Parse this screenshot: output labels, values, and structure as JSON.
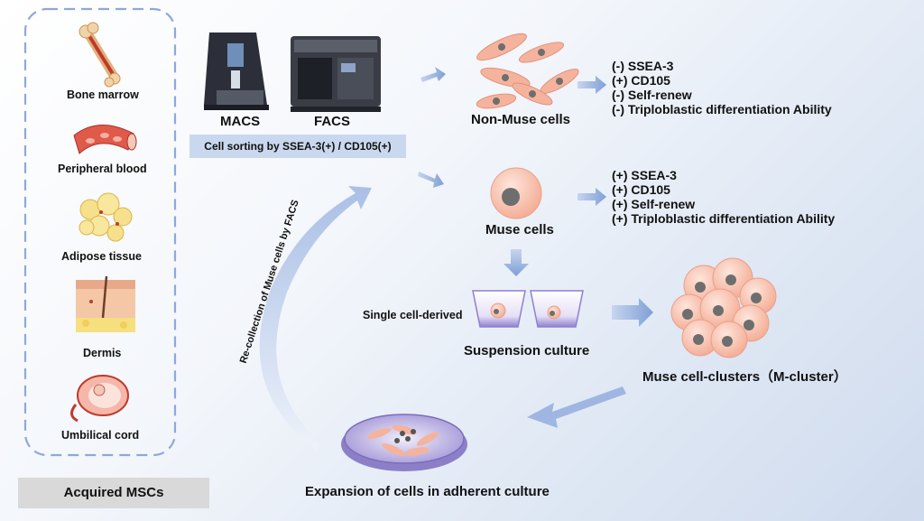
{
  "sources": {
    "items": [
      {
        "label": "Bone marrow",
        "icon": "bone-marrow-icon"
      },
      {
        "label": "Peripheral blood",
        "icon": "blood-vessel-icon"
      },
      {
        "label": "Adipose tissue",
        "icon": "adipose-icon"
      },
      {
        "label": "Dermis",
        "icon": "skin-icon"
      },
      {
        "label": "Umbilical cord",
        "icon": "fetus-icon"
      }
    ],
    "footer": "Acquired MSCs"
  },
  "sorting": {
    "macs": "MACS",
    "facs": "FACS",
    "caption": "Cell sorting by SSEA-3(+) / CD105(+)"
  },
  "non_muse": {
    "label": "Non-Muse cells",
    "markers": [
      "(-) SSEA-3",
      "(+) CD105",
      "(-) Self-renew",
      "(-) Triploblastic differentiation Ability"
    ]
  },
  "muse": {
    "label": "Muse cells",
    "markers": [
      "(+) SSEA-3",
      "(+) CD105",
      "(+) Self-renew",
      "(+) Triploblastic differentiation Ability"
    ]
  },
  "suspension": {
    "label": "Suspension culture",
    "note": "Single cell-derived"
  },
  "cluster": {
    "label": "Muse cell-clusters（M-cluster）"
  },
  "adherent": {
    "label": "Expansion of cells in adherent culture"
  },
  "recollection": {
    "label": "Re-collection of Muse cells by FACS"
  },
  "colors": {
    "frame": "#8fa8d8",
    "arrow": "#7e9fd6",
    "cell_fill": "#f5b9a4",
    "nucleus": "#6e6e6e",
    "well": "#8f7fd0"
  }
}
